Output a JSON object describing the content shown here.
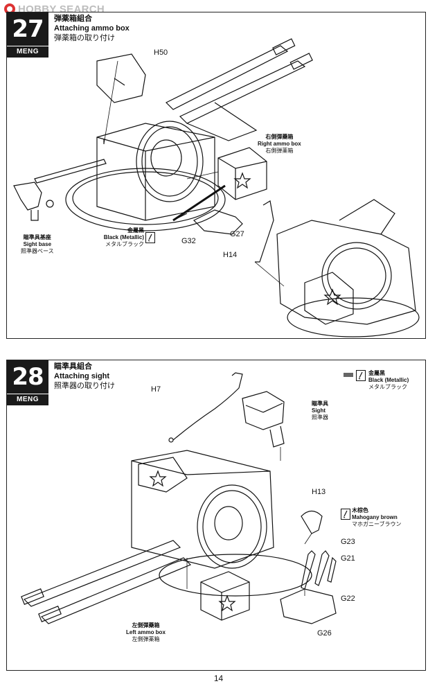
{
  "watermark": {
    "text": "HOBBY SEARCH"
  },
  "steps": [
    {
      "number": "27",
      "brand": "MENG",
      "title_jp": "弾薬箱組合",
      "title_en": "Attaching ammo box",
      "title_jp2": "弾薬箱の取り付け",
      "parts": [
        "H50",
        "G27",
        "G32",
        "H14"
      ],
      "callouts": {
        "right_box": {
          "jp": "右側彈藥箱",
          "en": "Right ammo box",
          "jp2": "右側弾薬箱"
        },
        "sight_base": {
          "jp": "瞄準具基座",
          "en": "Sight base",
          "jp2": "照準器ベース"
        },
        "paint": {
          "jp": "金屬黑",
          "en": "Black (Metallic)",
          "jp2": "メタルブラック"
        }
      }
    },
    {
      "number": "28",
      "brand": "MENG",
      "title_jp": "瞄準具組合",
      "title_en": "Attaching sight",
      "title_jp2": "照準器の取り付け",
      "parts": [
        "H7",
        "H13",
        "G23",
        "G21",
        "G22",
        "G26"
      ],
      "callouts": {
        "paint_top": {
          "jp": "金屬黑",
          "en": "Black (Metallic)",
          "jp2": "メタルブラック"
        },
        "sight": {
          "jp": "瞄準具",
          "en": "Sight",
          "jp2": "照準器"
        },
        "mahogany": {
          "jp": "木棕色",
          "en": "Mahogany brown",
          "jp2": "マホガニーブラウン"
        },
        "left_box": {
          "jp": "左側彈藥箱",
          "en": "Left ammo box",
          "jp2": "左側弾薬箱"
        }
      }
    }
  ],
  "page_number": "14",
  "colors": {
    "ink": "#111111",
    "badge": "#1a1a1a",
    "watermark": "#bdbdbd",
    "logo": "#dd3333"
  },
  "icons": [
    "paint-brush-icon",
    "hobby-search-logo-icon"
  ]
}
